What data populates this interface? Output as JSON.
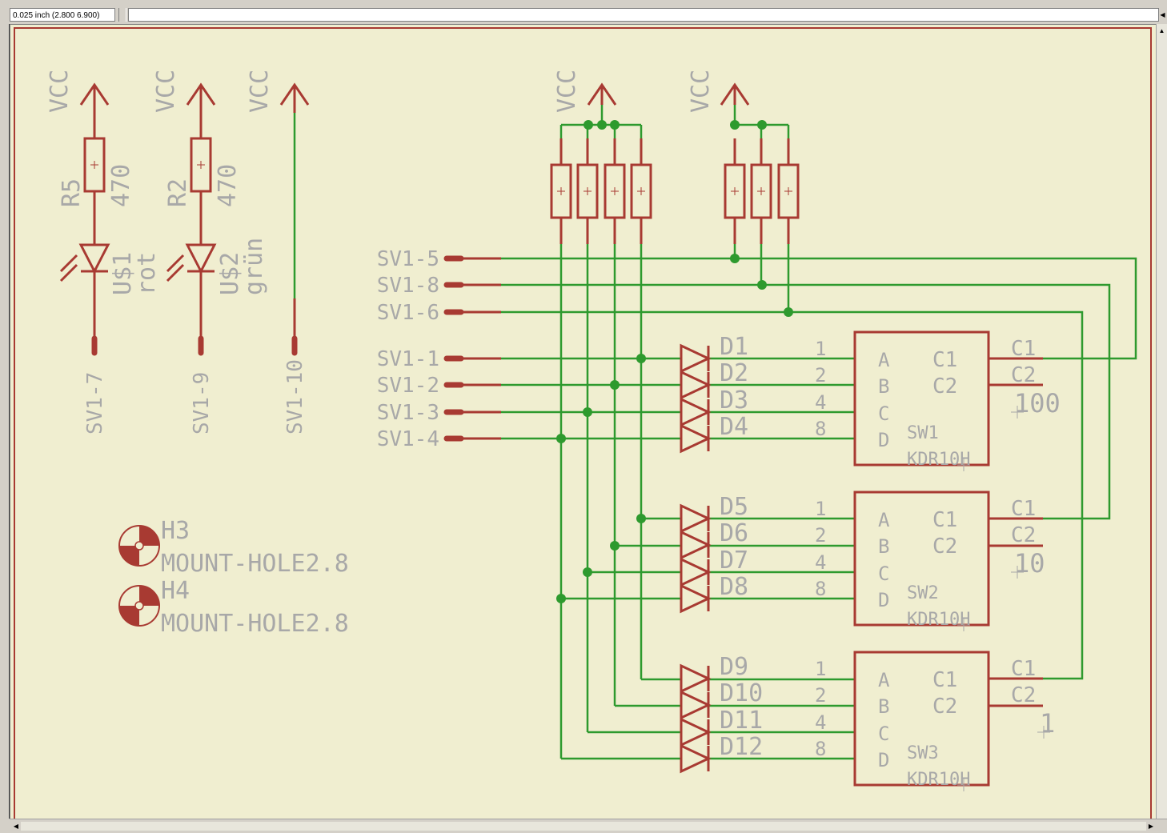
{
  "toolbar": {
    "coordinate_readout": "0.025 inch (2.800 6.900)",
    "command_value": ""
  },
  "schematic": {
    "supply_label": "VCC",
    "leds": [
      {
        "resistor": "R5",
        "resistor_value": "470",
        "led": "U$1",
        "color_value": "rot",
        "net": "SV1-7"
      },
      {
        "resistor": "R2",
        "resistor_value": "470",
        "led": "U$2",
        "color_value": "grün",
        "net": "SV1-9"
      },
      {
        "net": "SV1-10"
      }
    ],
    "connector_nets": [
      "SV1-5",
      "SV1-8",
      "SV1-6",
      "SV1-1",
      "SV1-2",
      "SV1-3",
      "SV1-4"
    ],
    "mount_holes": [
      {
        "name": "H3",
        "value": "MOUNT-HOLE2.8"
      },
      {
        "name": "H4",
        "value": "MOUNT-HOLE2.8"
      }
    ],
    "switches": [
      {
        "name": "SW1",
        "part": "KDR10H",
        "label": "100",
        "diodes": [
          "D1",
          "D2",
          "D3",
          "D4"
        ]
      },
      {
        "name": "SW2",
        "part": "KDR10H",
        "label": "10",
        "diodes": [
          "D5",
          "D6",
          "D7",
          "D8"
        ]
      },
      {
        "name": "SW3",
        "part": "KDR10H",
        "label": "1",
        "diodes": [
          "D9",
          "D10",
          "D11",
          "D12"
        ]
      }
    ],
    "pin_numbers": [
      "1",
      "2",
      "4",
      "8"
    ],
    "input_pins": [
      "A",
      "B",
      "C",
      "D"
    ],
    "common_pins": [
      "C1",
      "C2"
    ]
  },
  "colors": {
    "background": "#f0eed0",
    "wire": "#2e9a2e",
    "symbol": "#a83a32",
    "text": "#a8a8a8"
  }
}
